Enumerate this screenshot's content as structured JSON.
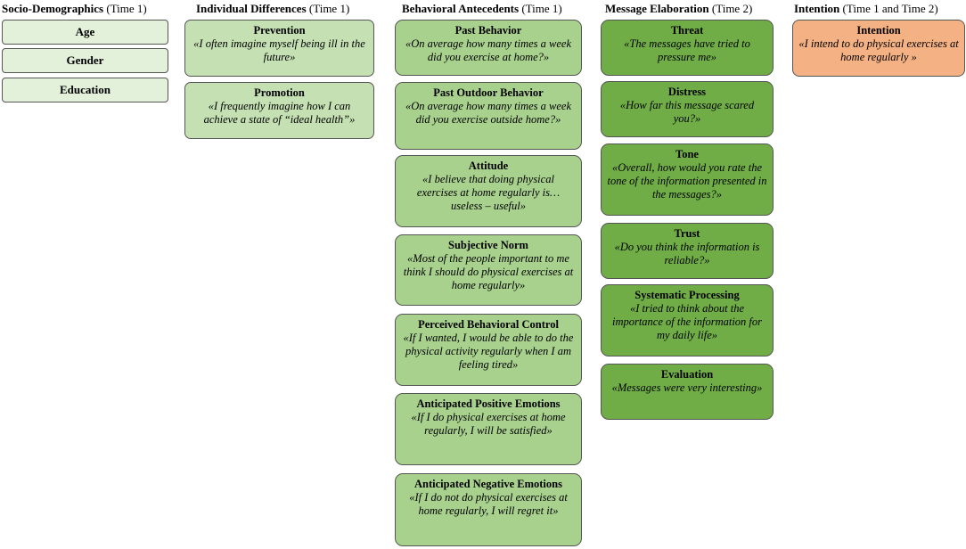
{
  "columns": [
    {
      "title": "Socio-Demographics",
      "time": "(Time 1)"
    },
    {
      "title": "Individual Differences",
      "time": "(Time 1)"
    },
    {
      "title": "Behavioral Antecedents",
      "time": "(Time 1)"
    },
    {
      "title": "Message Elaboration",
      "time": "(Time 2)"
    },
    {
      "title": "Intention",
      "time": "(Time 1 and Time 2)"
    }
  ],
  "demographics": [
    "Age",
    "Gender",
    "Education"
  ],
  "individual": [
    {
      "title": "Prevention",
      "q": "«I often imagine myself being ill in the future»"
    },
    {
      "title": "Promotion",
      "q": "«I frequently imagine how I can achieve a state of “ideal health”»"
    }
  ],
  "behavioral": [
    {
      "title": "Past Behavior",
      "q": "«On average how many times a week did you exercise at home?»"
    },
    {
      "title": "Past Outdoor Behavior",
      "q": "«On average how many times a week did you exercise outside home?»"
    },
    {
      "title": "Attitude",
      "q": "«I believe that doing physical exercises at home regularly is… useless – useful»"
    },
    {
      "title": "Subjective Norm",
      "q": "«Most of the people important to me think I should do physical exercises at home regularly»"
    },
    {
      "title": "Perceived Behavioral Control",
      "q": "«If I wanted, I would be able to do the physical activity regularly when I am feeling tired»"
    },
    {
      "title": "Anticipated Positive Emotions",
      "q": "«If I do physical exercises at home regularly, I will be satisfied»"
    },
    {
      "title": "Anticipated Negative Emotions",
      "q": "«If I do not do physical exercises at home regularly, I will regret it»"
    }
  ],
  "message": [
    {
      "title": "Threat",
      "q": "«The messages have tried to pressure me»"
    },
    {
      "title": "Distress",
      "q": "«How far this message scared you?»"
    },
    {
      "title": "Tone",
      "q": "«Overall, how would you rate the tone of the information presented in the messages?»"
    },
    {
      "title": "Trust",
      "q": "«Do you think the information is reliable?»"
    },
    {
      "title": "Systematic Processing",
      "q": "«I tried to think about the importance of the information for my daily life»"
    },
    {
      "title": "Evaluation",
      "q": "«Messages were very interesting»"
    }
  ],
  "intention": [
    {
      "title": "Intention",
      "q": "«I intend to do physical exercises at home regularly »"
    }
  ]
}
